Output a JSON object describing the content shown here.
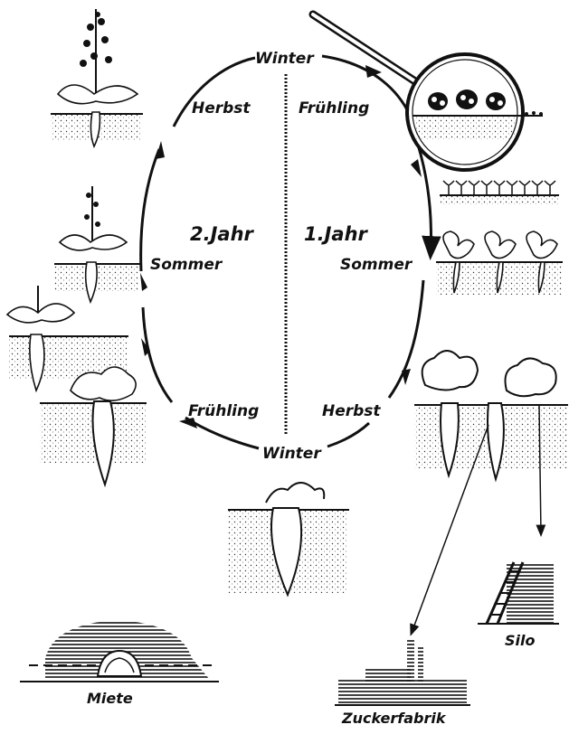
{
  "cycle": {
    "top": "Winter",
    "bottom": "Winter",
    "right_year": "1.Jahr",
    "left_year": "2.Jahr",
    "right_spring": "Frühling",
    "right_summer": "Sommer",
    "right_autumn": "Herbst",
    "left_autumn": "Herbst",
    "left_summer": "Sommer",
    "left_spring": "Frühling"
  },
  "storage": {
    "silo": "Silo",
    "factory": "Zuckerfabrik",
    "clamp": "Miete"
  },
  "colors": {
    "ink": "#111111",
    "paper": "#ffffff"
  }
}
